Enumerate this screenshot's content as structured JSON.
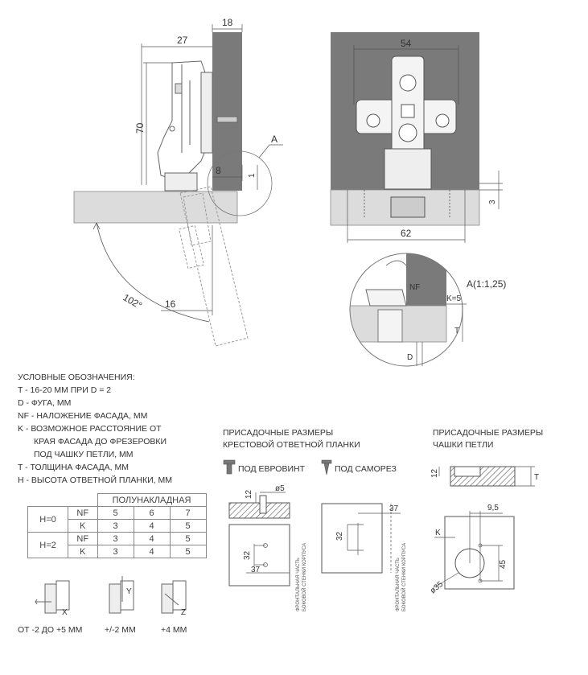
{
  "dims": {
    "d18": "18",
    "d27": "27",
    "d70": "70",
    "d8": "8",
    "d1": "1",
    "d102": "102°",
    "d16": "16",
    "a_label": "A",
    "d54": "54",
    "d62": "62",
    "d3": "3",
    "detail_title": "A(1:1,25)",
    "nf": "NF",
    "k5": "K=5",
    "t": "T",
    "d": "D"
  },
  "legend": {
    "title": "УСЛОВНЫЕ ОБОЗНАЧЕНИЯ:",
    "lines": [
      "T - 16-20 ММ ПРИ D = 2",
      "D - ФУГА, ММ",
      "NF - НАЛОЖЕНИЕ ФАСАДА, ММ",
      "K - ВОЗМОЖНОЕ РАССТОЯНИЕ ОТ",
      "КРАЯ ФАСАДА ДО ФРЕЗЕРОВКИ",
      "ПОД ЧАШКУ ПЕТЛИ, ММ",
      "T - ТОЛЩИНА ФАСАДА, ММ",
      "H - ВЫСОТА ОТВЕТНОЙ ПЛАНКИ, ММ"
    ]
  },
  "table": {
    "header": "ПОЛУНАКЛАДНАЯ",
    "rows": [
      {
        "h": "H=0",
        "p": "NF",
        "v": [
          "5",
          "6",
          "7"
        ]
      },
      {
        "h": "",
        "p": "K",
        "v": [
          "3",
          "4",
          "5"
        ]
      },
      {
        "h": "H=2",
        "p": "NF",
        "v": [
          "3",
          "4",
          "5"
        ]
      },
      {
        "h": "",
        "p": "K",
        "v": [
          "3",
          "4",
          "5"
        ]
      }
    ]
  },
  "adjust": {
    "x": "X",
    "y": "Y",
    "z": "Z",
    "x_caption": "ОТ -2 ДО +5 ММ",
    "y_caption": "+/-2 ММ",
    "z_caption": "+4 ММ"
  },
  "cross_plate": {
    "title_1": "ПРИСАДОЧНЫЕ РАЗМЕРЫ",
    "title_2": "КРЕСТОВОЙ ОТВЕТНОЙ ПЛАНКИ",
    "euro_label": "ПОД ЕВРОВИНТ",
    "screw_label": "ПОД САМОРЕЗ",
    "d12": "12",
    "d5": "ø5",
    "d32a": "32",
    "d37a": "37",
    "d32b": "32",
    "d37b": "37",
    "side_note_1": "ФРОНТАЛЬНАЯ ЧАСТЬ",
    "side_note_2": "БОКОВОЙ СТЕНКИ КОРПУСА"
  },
  "cup": {
    "title_1": "ПРИСАДОЧНЫЕ РАЗМЕРЫ",
    "title_2": "ЧАШКИ ПЕТЛИ",
    "d12": "12",
    "t": "T",
    "d95": "9,5",
    "k": "K",
    "d45": "45",
    "d35": "ø35"
  },
  "colors": {
    "panel": "#dcdcdc",
    "panel_dark": "#7a7a7a",
    "line": "#555555"
  }
}
